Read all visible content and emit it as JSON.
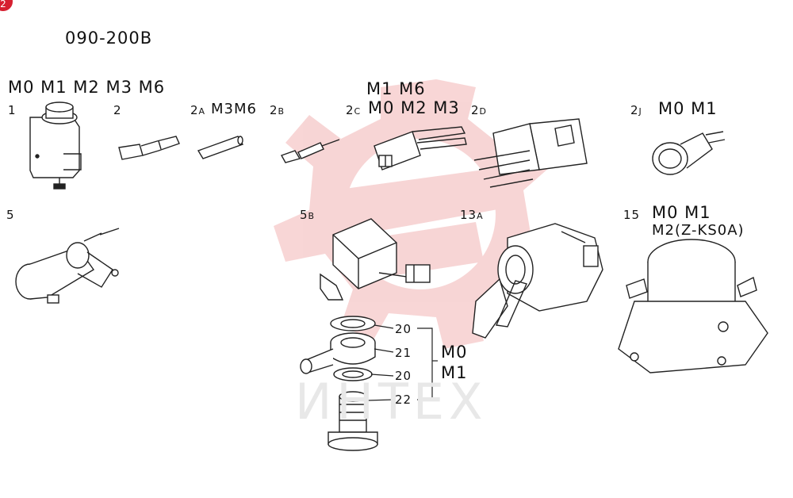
{
  "badge": "2",
  "diagram_code": "090-200B",
  "groups": {
    "g1": "M0  M1  M2  M3  M6",
    "g2a": "M3M6",
    "g2c_top": "M1 M6",
    "g2c": "M0 M2 M3",
    "g2j": "M0 M1",
    "g15a": "M0 M1",
    "g15b": "M2(Z-KS0A)",
    "bracket_a": "M0",
    "bracket_b": "M1"
  },
  "parts": {
    "p1": "1",
    "p2": "2",
    "p2a": "2",
    "p2a_sub": "A",
    "p2b": "2",
    "p2b_sub": "B",
    "p2c": "2",
    "p2c_sub": "C",
    "p2d": "2",
    "p2d_sub": "D",
    "p2j": "2",
    "p2j_sub": "J",
    "p5": "5",
    "p5b": "5",
    "p5b_sub": "B",
    "p13a": "13",
    "p13a_sub": "A",
    "p15": "15",
    "p20a": "20",
    "p21": "21",
    "p20b": "20",
    "p22": "22"
  },
  "watermark": "ИНТЕХ",
  "colors": {
    "watermark": "#f2b4b4",
    "line": "#222222",
    "badge": "#d62031"
  }
}
